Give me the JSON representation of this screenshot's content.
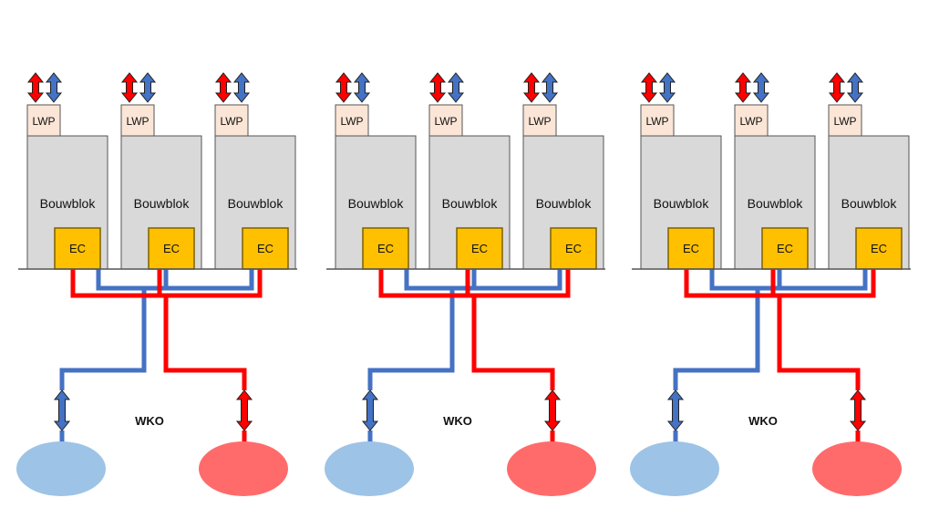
{
  "diagram": {
    "groups": [
      {
        "id": "group-1",
        "bouwblokken": [
          {
            "label": "Bouwblok",
            "lwp_label": "LWP",
            "ec_label": "EC"
          },
          {
            "label": "Bouwblok",
            "lwp_label": "LWP",
            "ec_label": "EC"
          },
          {
            "label": "Bouwblok",
            "lwp_label": "LWP",
            "ec_label": "EC"
          }
        ],
        "wko_label": "WKO"
      },
      {
        "id": "group-2",
        "bouwblokken": [
          {
            "label": "Bouwblok",
            "lwp_label": "LWP",
            "ec_label": "EC"
          },
          {
            "label": "Bouwblok",
            "lwp_label": "LWP",
            "ec_label": "EC"
          },
          {
            "label": "Bouwblok",
            "lwp_label": "LWP",
            "ec_label": "EC"
          }
        ],
        "wko_label": "WKO"
      },
      {
        "id": "group-3",
        "bouwblokken": [
          {
            "label": "Bouwblok",
            "lwp_label": "LWP",
            "ec_label": "EC"
          },
          {
            "label": "Bouwblok",
            "lwp_label": "LWP",
            "ec_label": "EC"
          },
          {
            "label": "Bouwblok",
            "lwp_label": "LWP",
            "ec_label": "EC"
          }
        ],
        "wko_label": "WKO"
      }
    ],
    "colors": {
      "building_fill": "#d9d9d9",
      "building_stroke": "#555555",
      "lwp_fill": "#fbe5d6",
      "ec_fill": "#ffc000",
      "ec_stroke": "#7f6000",
      "cold_pipe": "#4472c4",
      "warm_pipe": "#ff0000",
      "cold_source": "#9dc3e6",
      "warm_source": "#ff6b6b"
    }
  }
}
